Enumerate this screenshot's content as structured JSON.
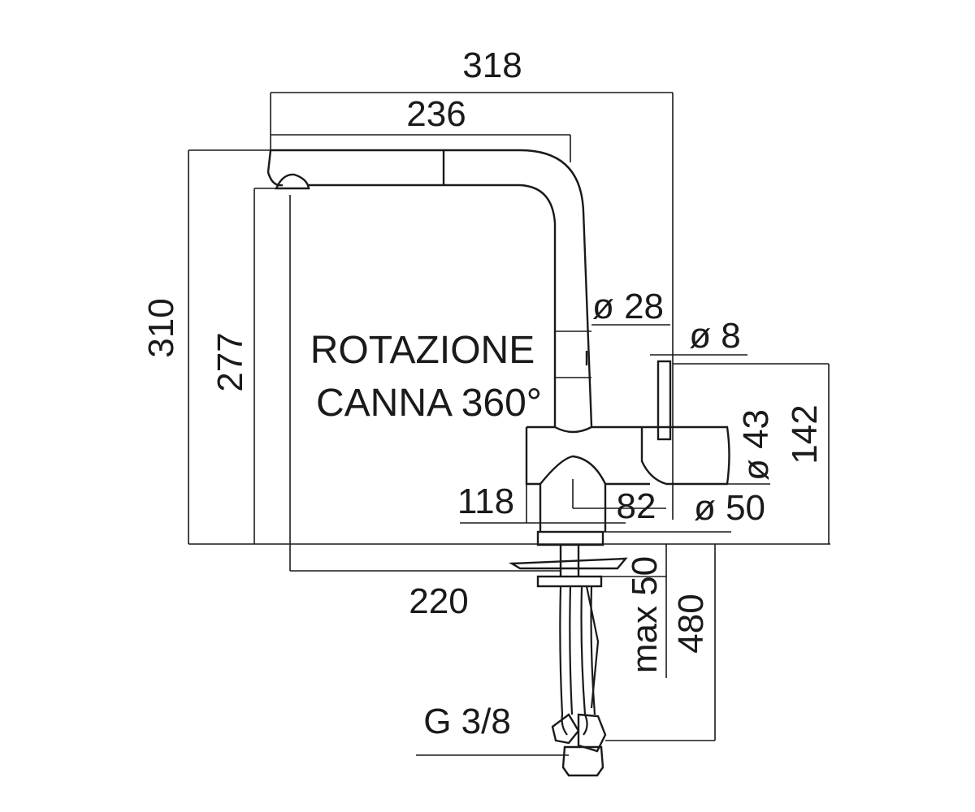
{
  "dimensions": {
    "overall_width": "318",
    "spout_reach_top": "236",
    "overall_height": "310",
    "spout_height": "277",
    "spout_reach": "220",
    "spout_diameter": "ø 28",
    "handle_diameter": "ø 8",
    "body_diameter_43": "ø 43",
    "lever_height": "142",
    "body_height": "118",
    "body_offset": "82",
    "base_diameter": "ø 50",
    "mount_thickness": "max 50",
    "hose_length": "480",
    "connection_thread": "G 3/8"
  },
  "note": {
    "line1": "ROTAZIONE",
    "line2": "CANNA 360°"
  }
}
